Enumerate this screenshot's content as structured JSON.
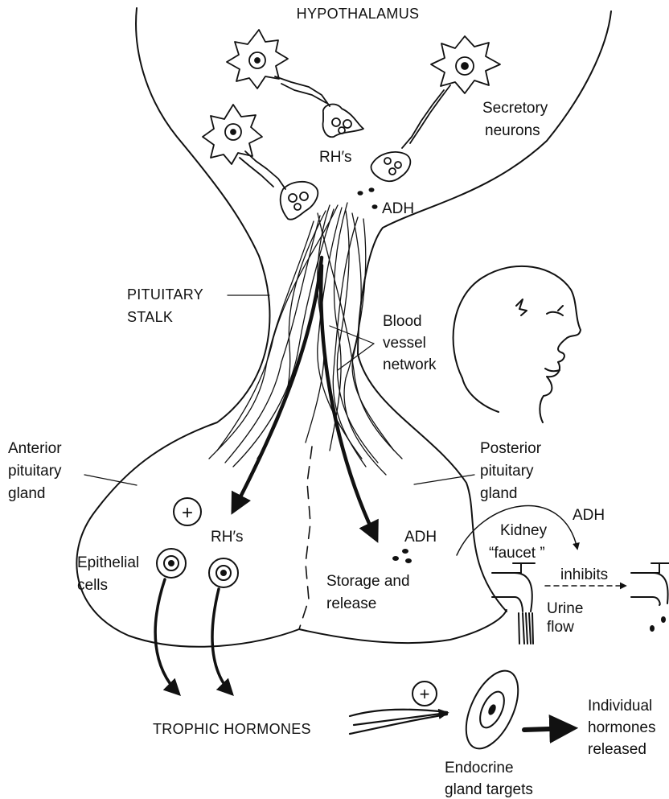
{
  "labels": {
    "hypothalamus": "HYPOTHALAMUS",
    "secretory_1": "Secretory",
    "secretory_2": "neurons",
    "rhs_top": "RH′s",
    "adh_top": "ADH",
    "stalk_1": "PITUITARY",
    "stalk_2": "STALK",
    "blood_1": "Blood",
    "blood_2": "vessel",
    "blood_3": "network",
    "anterior_1": "Anterior",
    "anterior_2": "pituitary",
    "anterior_3": "gland",
    "posterior_1": "Posterior",
    "posterior_2": "pituitary",
    "posterior_3": "gland",
    "plus_sign": "+",
    "rhs_bottom": "RH′s",
    "epithelial_1": "Epithelial",
    "epithelial_2": "cells",
    "adh_bottom": "ADH",
    "storage_1": "Storage and",
    "storage_2": "release",
    "adh_faucet": "ADH",
    "kidney_1": "Kidney",
    "kidney_2": "“faucet ”",
    "inhibits": "inhibits",
    "urine_1": "Urine",
    "urine_2": "flow",
    "trophic": "TROPHIC HORMONES",
    "endocrine_1": "Endocrine",
    "endocrine_2": "gland targets",
    "individual_1": "Individual",
    "individual_2": "hormones",
    "individual_3": "released"
  },
  "colors": {
    "ink": "#111111",
    "background": "#ffffff"
  }
}
